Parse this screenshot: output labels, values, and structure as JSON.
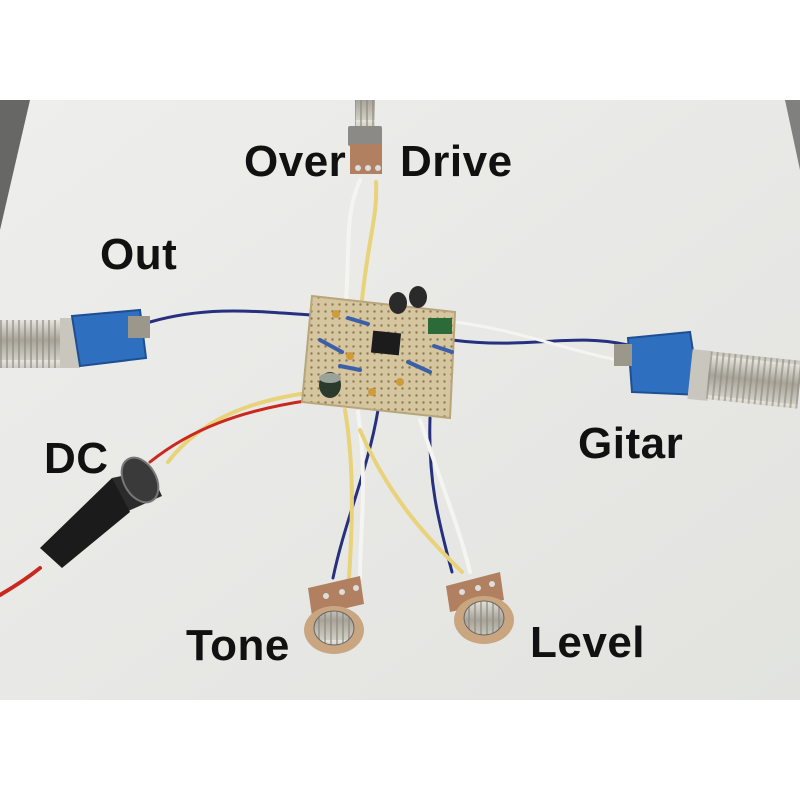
{
  "labels": {
    "over": "Over",
    "drive": "Drive",
    "out": "Out",
    "dc": "DC",
    "gitar": "Gitar",
    "tone": "Tone",
    "level": "Level"
  },
  "colors": {
    "background": "#ffffff",
    "surface": "#e9eae7",
    "board": "#d9c9a4",
    "jack_blue": "#2f6fc0",
    "wire_blue": "#26307e",
    "wire_yellow": "#e8d27a",
    "wire_white": "#f2f2ee",
    "wire_red": "#c8281e",
    "pot_body": "#b08060"
  }
}
